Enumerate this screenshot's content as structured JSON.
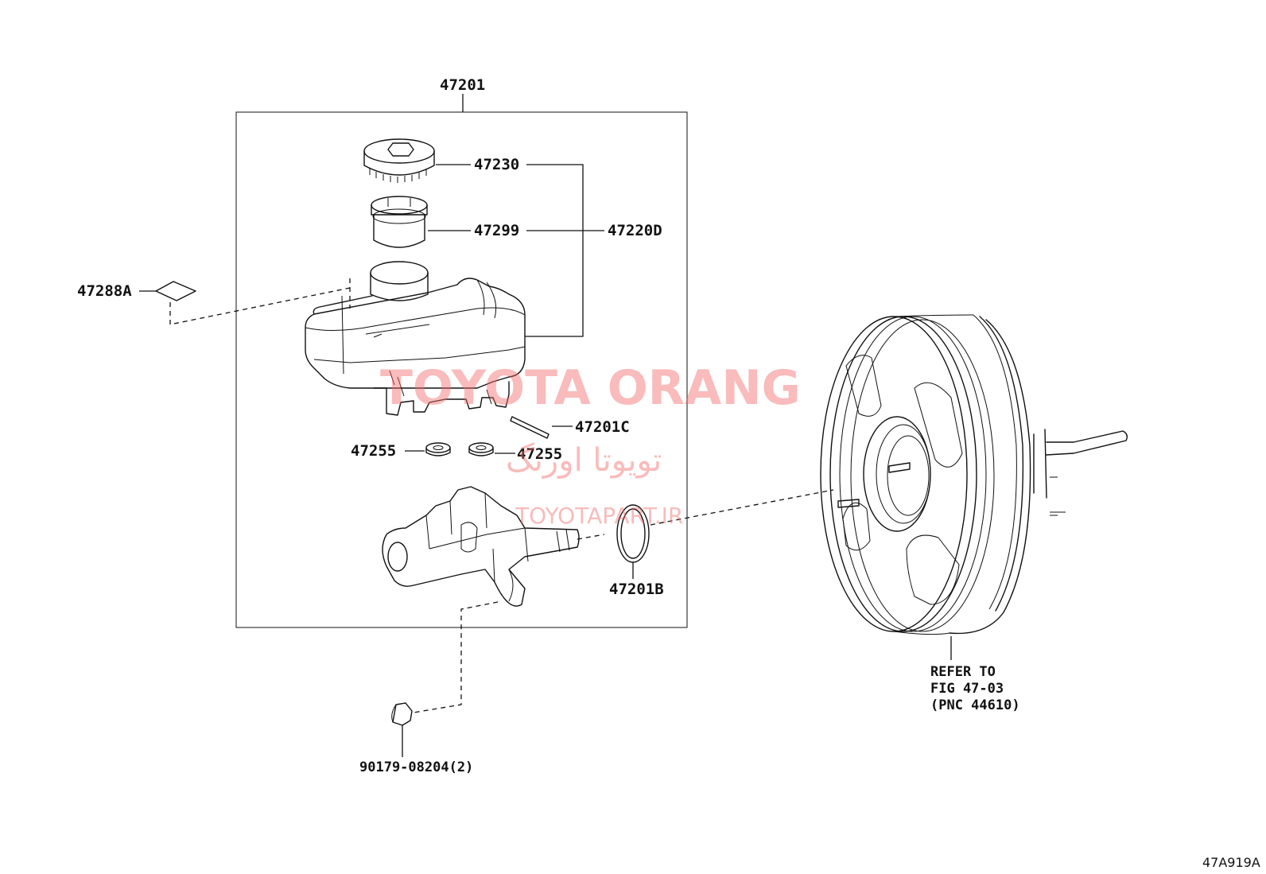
{
  "labels": {
    "assembly": "47201",
    "cap": "47230",
    "strainer": "47299",
    "reservoir_set": "47220D",
    "label_plate": "47288A",
    "pin": "47201C",
    "grommet_left": "47255",
    "grommet_right": "47255",
    "o_ring": "47201B",
    "plug": "90179-08204(2)",
    "refer_line1": "REFER TO",
    "refer_line2": "FIG 47-03",
    "refer_line3": "(PNC 44610)",
    "figure_code": "47A919A"
  },
  "watermark": {
    "brand_latin": "TOYOTA ORANG",
    "brand_persian": "تویوتا اورنگ",
    "site": "TOYOTAPART.IR",
    "color": "#f26b6b"
  }
}
